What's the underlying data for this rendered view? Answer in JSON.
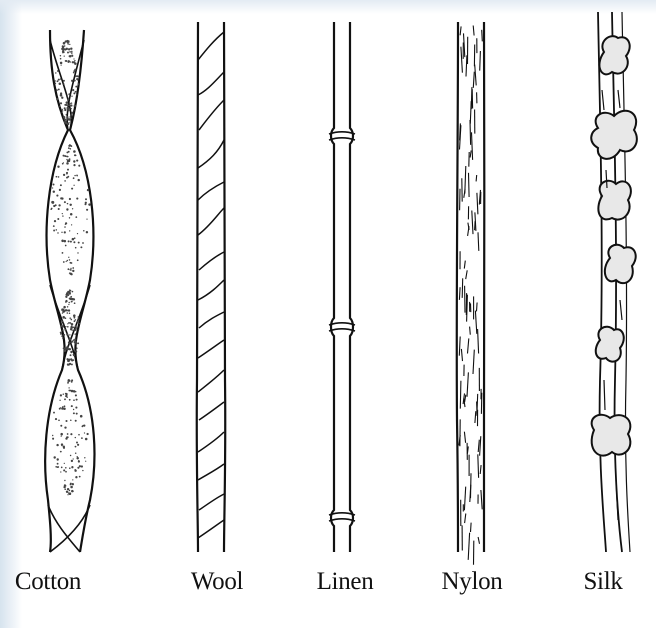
{
  "diagram": {
    "fibers": [
      {
        "id": "cotton",
        "label": "Cotton"
      },
      {
        "id": "wool",
        "label": "Wool"
      },
      {
        "id": "linen",
        "label": "Linen"
      },
      {
        "id": "nylon",
        "label": "Nylon"
      },
      {
        "id": "silk",
        "label": "Silk"
      }
    ]
  },
  "colors": {
    "ink": "#111111",
    "stipple": "#444444",
    "silk_blob": "#e8e8e8",
    "edge_tint": "#d6e3ee"
  }
}
